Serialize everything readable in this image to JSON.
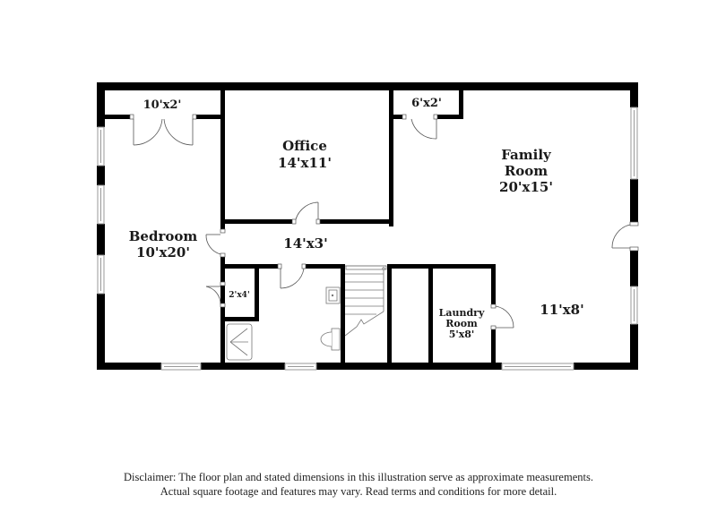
{
  "rooms": {
    "closet_bedroom": {
      "dims": "10'x2'"
    },
    "office": {
      "name": "Office",
      "dims": "14'x11'"
    },
    "closet_family": {
      "dims": "6'x2'"
    },
    "family_room": {
      "name_line1": "Family",
      "name_line2": "Room",
      "dims": "20'x15'"
    },
    "bedroom": {
      "name": "Bedroom",
      "dims": "10'x20'"
    },
    "hallway": {
      "dims": "14'x3'"
    },
    "closet_small": {
      "dims": "2'x4'"
    },
    "laundry_room": {
      "name_line1": "Laundry",
      "name_line2": "Room",
      "dims": "5'x8'"
    },
    "kitchen_area": {
      "dims": "11'x8'"
    }
  },
  "icons": [
    "wall",
    "window",
    "door-swing",
    "double-door",
    "stairs",
    "sink",
    "toilet",
    "shower"
  ],
  "colors": {
    "wall": "#000000",
    "window": "#bbbbbb",
    "text": "#1a1a1a",
    "background": "#ffffff"
  },
  "disclaimer": {
    "line1": "Disclaimer: The floor plan and stated dimensions in this illustration serve as approximate measurements.",
    "line2": "Actual square footage and features may vary. Read terms and conditions for more detail."
  }
}
